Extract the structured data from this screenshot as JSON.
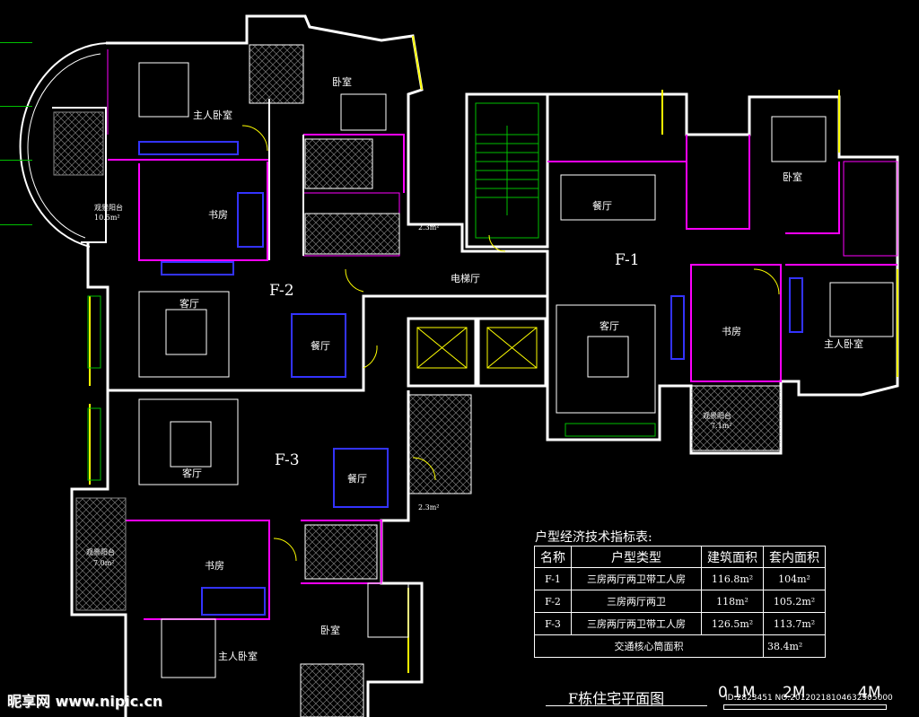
{
  "rooms": {
    "master_bed_top": "主人卧室",
    "bed_top": "卧室",
    "balcony_left_top": "观景阳台",
    "balcony_left_top_area": "10.5m²",
    "study_top": "书房",
    "core_area_top": "2.3m²",
    "elevator_hall": "电梯厅",
    "unit_f2": "F-2",
    "living_f2": "客厅",
    "dining_f2": "餐厅",
    "unit_f1": "F-1",
    "dining_f1": "餐厅",
    "living_f1": "客厅",
    "study_f1": "书房",
    "master_bed_f1": "主人卧室",
    "bed_f1": "卧室",
    "balcony_f1": "观景阳台",
    "balcony_f1_area": "7.1m²",
    "living_f3": "客厅",
    "unit_f3": "F-3",
    "dining_f3": "餐厅",
    "core_area_bottom": "2.3m²",
    "balcony_left_bottom": "观景阳台",
    "balcony_left_bottom_area": "7.0m²",
    "study_bottom": "书房",
    "bed_bottom": "卧室",
    "master_bed_bottom": "主人卧室"
  },
  "table": {
    "title": "户型经济技术指标表:",
    "headers": [
      "名称",
      "户型类型",
      "建筑面积",
      "套内面积"
    ],
    "rows": [
      [
        "F-1",
        "三房两厅两卫带工人房",
        "116.8m²",
        "104m²"
      ],
      [
        "F-2",
        "三房两厅两卫",
        "118m²",
        "105.2m²"
      ],
      [
        "F-3",
        "三房两厅两卫带工人房",
        "126.5m²",
        "113.7m²"
      ]
    ],
    "core_label": "交通核心筒面积",
    "core_value": "38.4m²"
  },
  "plan_title": "F栋住宅平面图",
  "scale": {
    "s0": "0",
    "s1": "1M",
    "s2": "2M",
    "s4": "4M"
  },
  "watermark": {
    "site": "昵享网 www.nipic.cn",
    "id": "ID:2823451 NO:20120218104632905000"
  },
  "colors": {
    "wall": "#ffffff",
    "partition": "#ff00ff",
    "window": "#ffff00",
    "furniture_blue": "#3333ff",
    "green": "#00c000",
    "background": "#000000"
  }
}
